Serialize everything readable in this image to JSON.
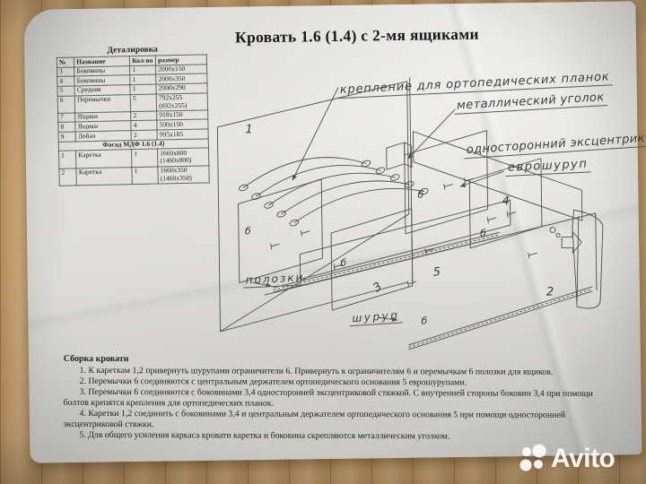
{
  "photo": {
    "watermark": "Avito"
  },
  "document": {
    "title": "Кровать 1.6 (1.4) с 2-мя ящиками",
    "parts_table": {
      "caption": "Деталировка",
      "columns": [
        "№",
        "Название",
        "Кол-во",
        "размер"
      ],
      "rows": [
        [
          "3",
          "Боковины",
          "1",
          "2000x150"
        ],
        [
          "4",
          "Боковины",
          "1",
          "2000x350"
        ],
        [
          "5",
          "Средняя",
          "1",
          "2000x290"
        ],
        [
          "6",
          "Перемычки",
          "5",
          "792x255 (692x255)"
        ],
        [
          "7",
          "Ящики",
          "2",
          "918x150"
        ],
        [
          "8",
          "Ящики",
          "4",
          "500x150"
        ],
        [
          "9",
          "Лобач",
          "2",
          "995x185"
        ]
      ],
      "section_row": "Фасад МДФ 1.6 (1.4)",
      "rows2": [
        [
          "1",
          "Каретка",
          "1",
          "1660x800 (1460x800)"
        ],
        [
          "2",
          "Каретка",
          "1",
          "1660x350 (1460x350)"
        ]
      ]
    },
    "diagram": {
      "callouts": [
        "крепление для ортопедических планок",
        "металлический уголок",
        "односторонний эксцентрик",
        "еврошуруп",
        "полозки",
        "шуруп"
      ],
      "part_labels": [
        "1",
        "4",
        "5",
        "2",
        "3",
        "б",
        "б",
        "б",
        "б",
        "б"
      ]
    },
    "assembly": {
      "heading": "Сборка кровати",
      "steps": [
        "1.  К кареткам 1,2 привернуть шурупами ограничители 6. Привернуть к ограничителям 6 и перемычкам 6 полозки для ящиков.",
        "2.  Перемычки 6 соединяются с центральным держателем ортопедического основания 5 еврошурупами.",
        "3.  Перемычки 6 соединяются с боковинами 3,4 односторонней эксцентриковой стяжкой. С внутренней стороны боковин 3,4 при помощи болтов крепятся крепления для ортопедических планок.",
        "4.  Каретки 1,2 соединить с боковинами 3,4 и центральным держателем ортопедического основания 5 при помощи односторонней эксцентриковой стяжки.",
        "5.  Для общего усиления каркаса кровати каретка и боковина скрепляются металлическим уголком."
      ]
    }
  },
  "colors": {
    "wood": "#bd9868",
    "paper": "#dcdbd7",
    "ink": "#1e1e1e",
    "line": "#4f4f4f",
    "watermark": "#ffffff"
  }
}
